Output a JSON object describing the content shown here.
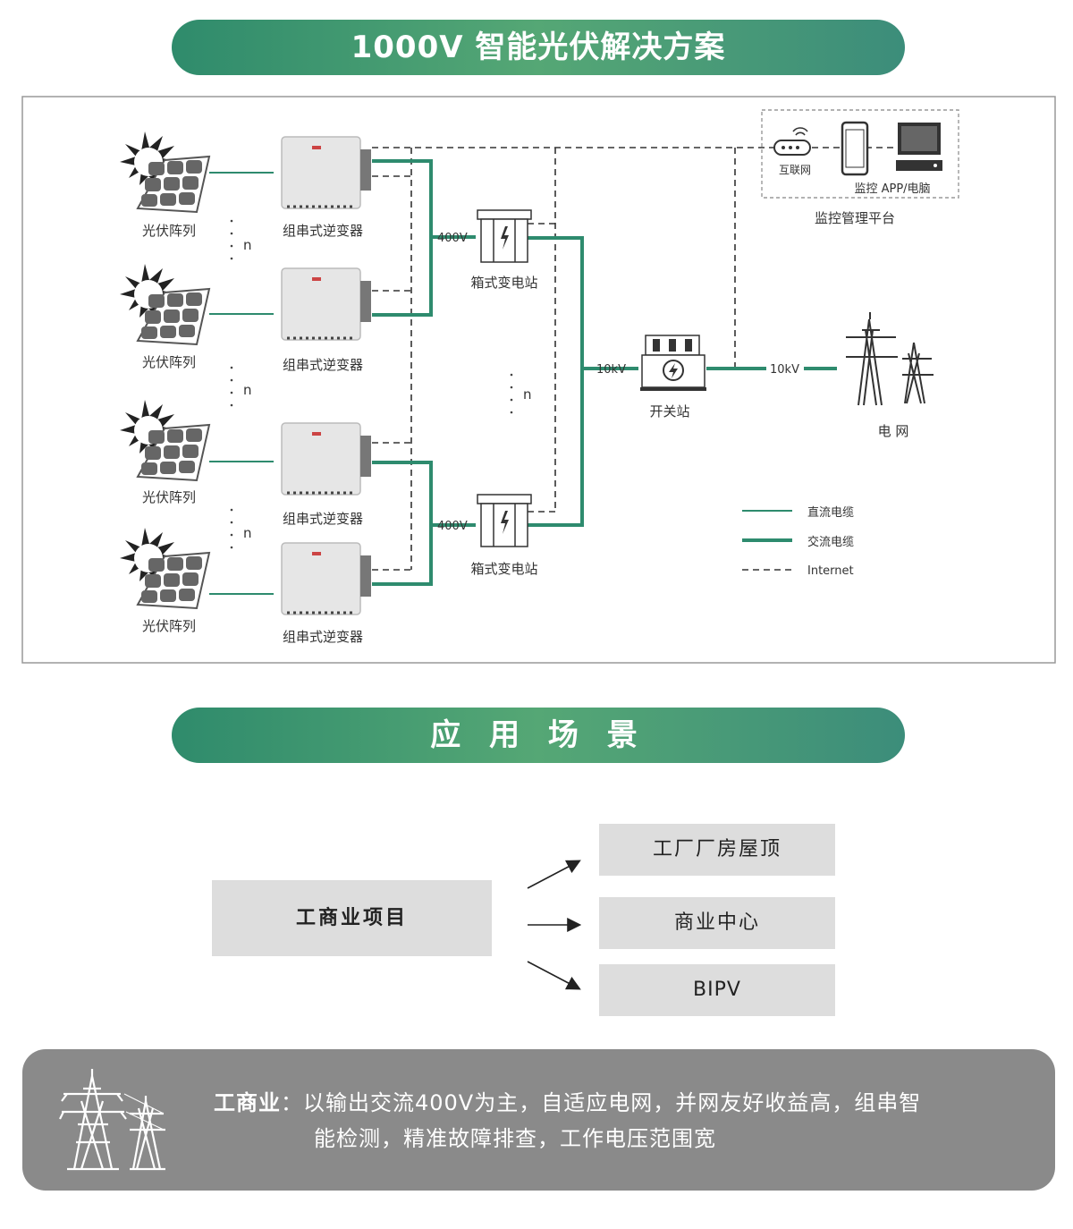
{
  "header": {
    "title": "1000V 智能光伏解决方案"
  },
  "diagram": {
    "pv_label": "光伏阵列",
    "inverter_label": "组串式逆变器",
    "n_label": "n",
    "voltage_400": "400V",
    "voltage_10k": "10kV",
    "box_transformer_label": "箱式变电站",
    "switch_station_label": "开关站",
    "grid_label": "电 网",
    "internet_label": "互联网",
    "app_label": "监控 APP/电脑",
    "platform_label": "监控管理平台",
    "legend": [
      {
        "label": "直流电缆",
        "style": "thin"
      },
      {
        "label": "交流电缆",
        "style": "thick"
      },
      {
        "label": "Internet",
        "style": "dashed"
      }
    ],
    "colors": {
      "cable": "#2e8b6e",
      "dashed": "#333333"
    }
  },
  "section2": {
    "title": "应 用 场 景"
  },
  "scenarios": {
    "main": "工商业项目",
    "targets": [
      "工厂厂房屋顶",
      "商业中心",
      "BIPV"
    ]
  },
  "bottom": {
    "label": "工商业",
    "colon": "：",
    "line1": "以输出交流400V为主，自适应电网，并网友好收益高，组串智",
    "line2": "能检测，精准故障排查，工作电压范围宽"
  }
}
